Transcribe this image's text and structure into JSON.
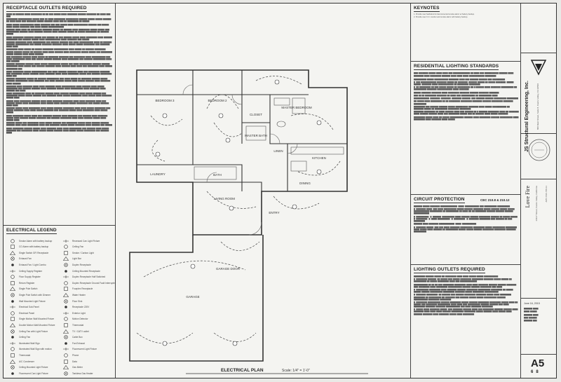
{
  "sections": {
    "receptacle": "RECEPTACLE OUTLETS REQUIRED",
    "legend": "ELECTRICAL LEGEND",
    "keynotes": "KEYNOTES",
    "residential_lighting": "RESIDENTIAL LIGHTING STANDARDS",
    "circuit": "CIRCUIT PROTECTION",
    "circuit_code": "CEC 210.8 & 210.12",
    "lighting_outlets": "LIGHTING OUTLETS REQUIRED"
  },
  "keynotes": [
    "1. Provide new hardwired & interconnected smoke alarm w/ battery backup.",
    "2. Provide new C.O. monitor and smoke alarm with battery backup."
  ],
  "plan": {
    "title": "ELECTRICAL PLAN",
    "scale": "Scale: 1/4\" = 1'-0\"",
    "rooms": {
      "bedroom3": "BEDROOM 3",
      "bedroom2": "BEDROOM 2",
      "master": "MASTER BEDROOM",
      "closet": "CLOSET",
      "master_bath": "MASTER BATH",
      "linen": "LINEN",
      "kitchen": "KITCHEN",
      "bath": "BATH",
      "living": "LIVING ROOM",
      "dining": "DINING",
      "entry": "ENTRY",
      "laundry": "LAUNDRY",
      "garage": "GARAGE",
      "garage_door": "GARAGE DOOR"
    }
  },
  "legend_items": [
    "Smoke Alarm with battery backup",
    "CO Alarm with battery backup",
    "Single Switch GFI Receptacle",
    "Exhaust Fan",
    "Exhaust Fan / Light Combo",
    "Ceiling Supply Register",
    "Floor Supply Register",
    "Return Register",
    "Single Pole Switch",
    "Single Pole Switch with Dimmer",
    "Wall Mounted Light Fixture",
    "Electrical Sub-Panel",
    "Electrical Panel",
    "Single Motion Wall Mounted Fixture",
    "Double Motion Wall Mounted Fixture",
    "Ceiling Fan with Light Fixture",
    "Ceiling Fan",
    "Illuminated Wall Sign",
    "Illuminated Wall Sign with motion",
    "Thermostat",
    "A/C Condenser",
    "Ceiling Mounted Light Fixture",
    "Fluorescent Can Light Fixture",
    "Recessed Can Light Fixture",
    "Ceiling Fan",
    "Smoke / Carbon Light",
    "Light Bar",
    "Duplex Receptacle",
    "Ceiling Mounted Receptacle",
    "Duplex Receptacle Half Switched",
    "Duplex Receptacle Ground Fault Interrupter",
    "Fourplex Receptacle",
    "Water Heater",
    "Floor Sink",
    "Receptacle 220V",
    "Exterior Light",
    "Motion Detector",
    "Thermostat",
    "TV / CATV outlet",
    "Cable Box",
    "Fan Exhaust",
    "Fluorescent Light Fixture",
    "Phone",
    "Data",
    "Gas Meter",
    "Tankless Gas Heater"
  ],
  "title_block": {
    "firm": "JS Structural Engineering, Inc.",
    "firm_address": "800 Main Street, Suite 8, Castro Valley, CA 94546",
    "project": "Love Fire",
    "project_address": "16437 Street, Castro Valley, California",
    "apn": "APN: 84C-768-11",
    "date": "June 16, 2015",
    "sheet_id": "A5",
    "sheet_of": "6",
    "sheet_total": "8"
  }
}
